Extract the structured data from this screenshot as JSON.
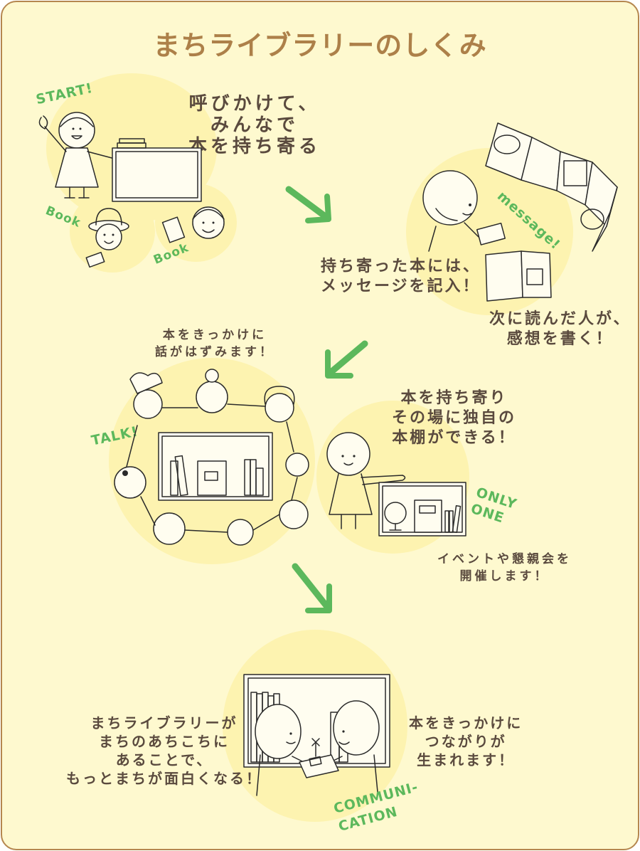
{
  "title": "まちライブラリーのしくみ",
  "colors": {
    "background": "#fef9cf",
    "border": "#b5874f",
    "title": "#ad8049",
    "text": "#5a4a3e",
    "accent_green": "#5cb85c",
    "blob": "#fdf3b0"
  },
  "steps": [
    {
      "id": "start",
      "tag": "START!",
      "caption": "呼びかけて、\nみんなで\n本を持ち寄る",
      "sub_tags": [
        "Book",
        "Book"
      ]
    },
    {
      "id": "message",
      "tag": "message!",
      "caption": "持ち寄った本には、\nメッセージを記入！",
      "sub_caption": "次に読んだ人が、\n感想を書く！"
    },
    {
      "id": "talk",
      "tag": "TALK!",
      "caption": "本をきっかけに\n話がはずみます！"
    },
    {
      "id": "only-one",
      "tag": "ONLY\nONE",
      "caption": "本を持ち寄り\nその場に独自の\n本棚ができる！",
      "sub_caption": "イベントや懇親会を\n開催します！"
    },
    {
      "id": "communication",
      "tag": "COMMUNI-\nCATION",
      "caption_left": "まちライブラリーが\nまちのあちこちに\nあることで、\nもっとまちが面白くなる！",
      "caption_right": "本をきっかけに\nつながりが\n生まれます！"
    }
  ],
  "icons": {
    "arrows": [
      "arrow-down-right-icon",
      "arrow-down-left-icon",
      "arrow-down-right-icon"
    ]
  }
}
